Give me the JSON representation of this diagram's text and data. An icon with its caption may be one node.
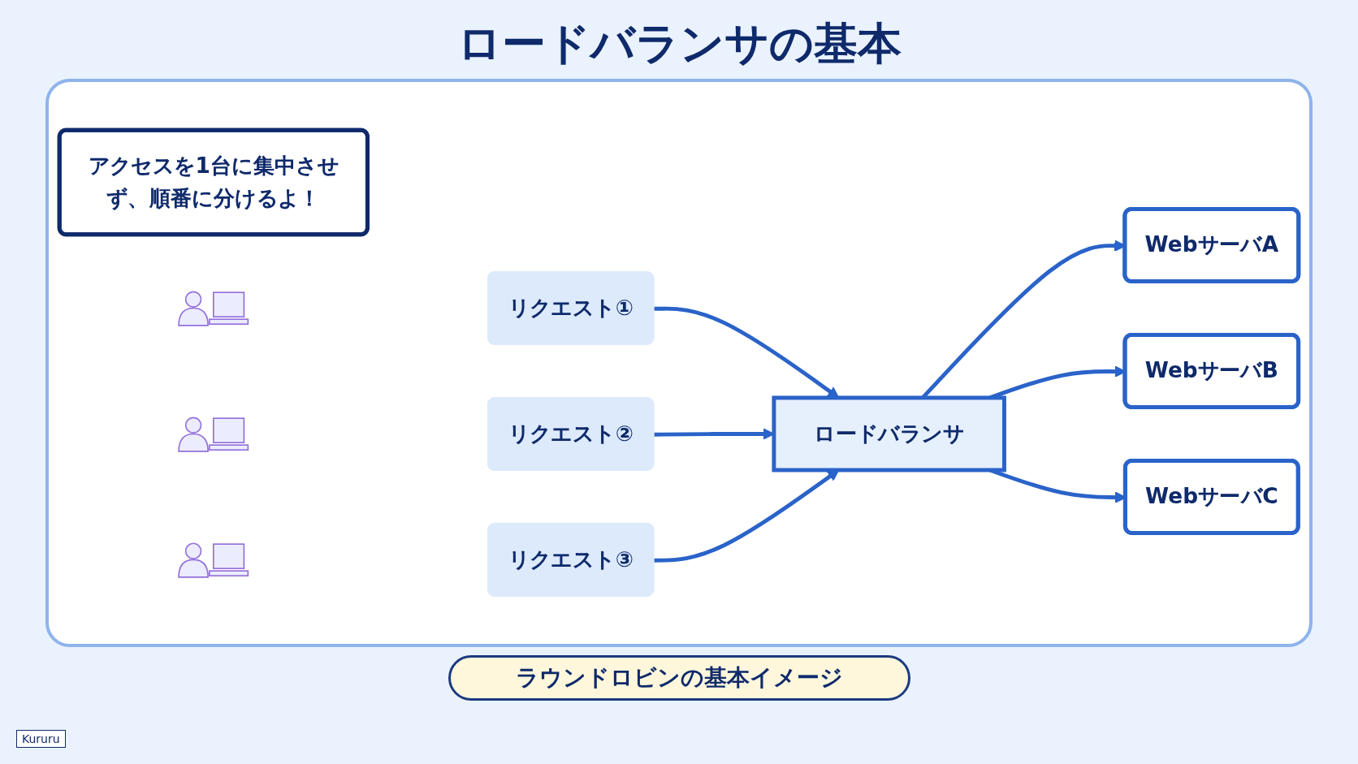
{
  "diagram": {
    "title": "ロードバランサの基本",
    "caption": "ラウンドロビンの基本イメージ",
    "nodes": [
      {
        "text": [
          "アクセスを1台に集中させず、順番に分けるよ！"
        ]
      },
      {
        "text": [],
        "shape": "person"
      },
      {
        "text": [
          "リクエスト①"
        ]
      },
      {
        "text": [],
        "shape": "person"
      },
      {
        "text": [
          "リクエスト②"
        ]
      },
      {
        "text": [],
        "shape": "person"
      },
      {
        "text": [
          "リクエスト③"
        ]
      },
      {
        "text": [
          "ロードバランサ"
        ]
      },
      {
        "text": [
          "WebサーバA"
        ]
      },
      {
        "text": [
          "WebサーバB"
        ]
      },
      {
        "text": [
          "WebサーバC"
        ]
      }
    ],
    "edges": [
      {
        "from": 2,
        "to": 7,
        "arrow": "to"
      },
      {
        "from": 4,
        "to": 7,
        "arrow": "to"
      },
      {
        "from": 6,
        "to": 7,
        "arrow": "to"
      },
      {
        "from": 7,
        "to": 8,
        "arrow": "to"
      },
      {
        "from": 7,
        "to": 9,
        "arrow": "to"
      },
      {
        "from": 7,
        "to": 10,
        "arrow": "to"
      }
    ],
    "labels": [
      "Kururu"
    ]
  }
}
